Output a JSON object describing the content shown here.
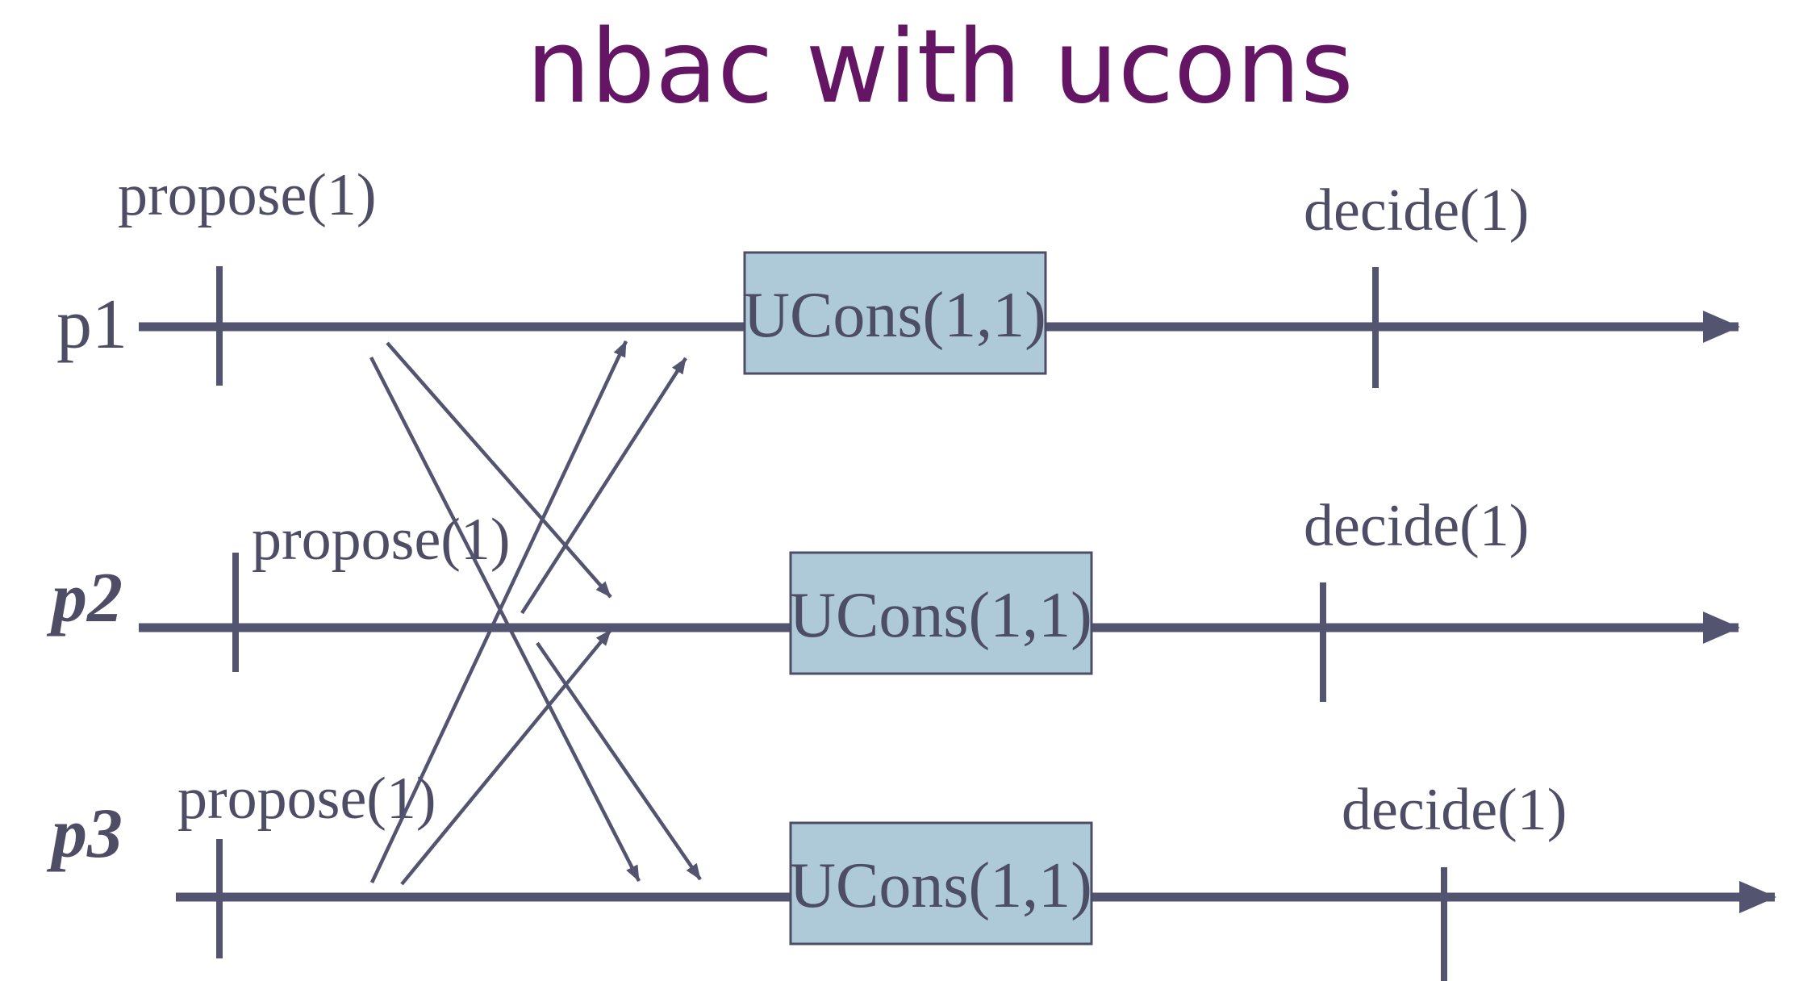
{
  "title": "nbac with ucons",
  "colors": {
    "title": "#641664",
    "line": "#525470",
    "text": "#4d4d66",
    "box_fill": "#aecad8"
  },
  "processes": [
    {
      "name": "p1",
      "propose_label": "propose(1)",
      "box_label": "UCons(1,1)",
      "decide_label": "decide(1)"
    },
    {
      "name": "p2",
      "propose_label": "propose(1)",
      "box_label": "UCons(1,1)",
      "decide_label": "decide(1)"
    },
    {
      "name": "p3",
      "propose_label": "propose(1)",
      "box_label": "UCons(1,1)",
      "decide_label": "decide(1)"
    }
  ]
}
